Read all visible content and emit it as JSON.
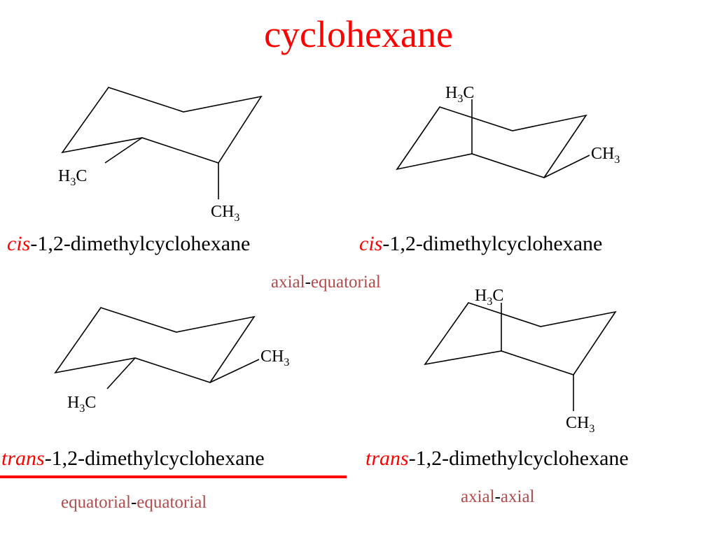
{
  "title": "cyclohexane",
  "structures": [
    {
      "id": "top-left",
      "labels": {
        "left": "H3C",
        "right": "CH3"
      },
      "name": {
        "prefix": "cis",
        "suffix": "-1,2-dimethylcyclohexane"
      }
    },
    {
      "id": "top-right",
      "labels": {
        "left": "H3C",
        "right": "CH3"
      },
      "name": {
        "prefix": "cis",
        "suffix": "-1,2-dimethylcyclohexane"
      },
      "conformation": {
        "first": "axial",
        "dash": "-",
        "second": "equatorial"
      }
    },
    {
      "id": "bottom-left",
      "labels": {
        "left": "H3C",
        "right": "CH3"
      },
      "name": {
        "prefix": "trans",
        "suffix": "-1,2-dimethylcyclohexane"
      },
      "conformation": {
        "first": "equatorial",
        "dash": "-",
        "second": "equatorial"
      },
      "highlighted": true
    },
    {
      "id": "bottom-right",
      "labels": {
        "left": "H3C",
        "right": "CH3"
      },
      "name": {
        "prefix": "trans",
        "suffix": "-1,2-dimethylcyclohexane"
      },
      "conformation": {
        "first": "axial",
        "dash": "-",
        "second": "axial"
      }
    }
  ],
  "colors": {
    "title": "#ff0000",
    "prefix": "#ff0000",
    "conformation": "#b24c4c",
    "underline": "#ff0000"
  }
}
